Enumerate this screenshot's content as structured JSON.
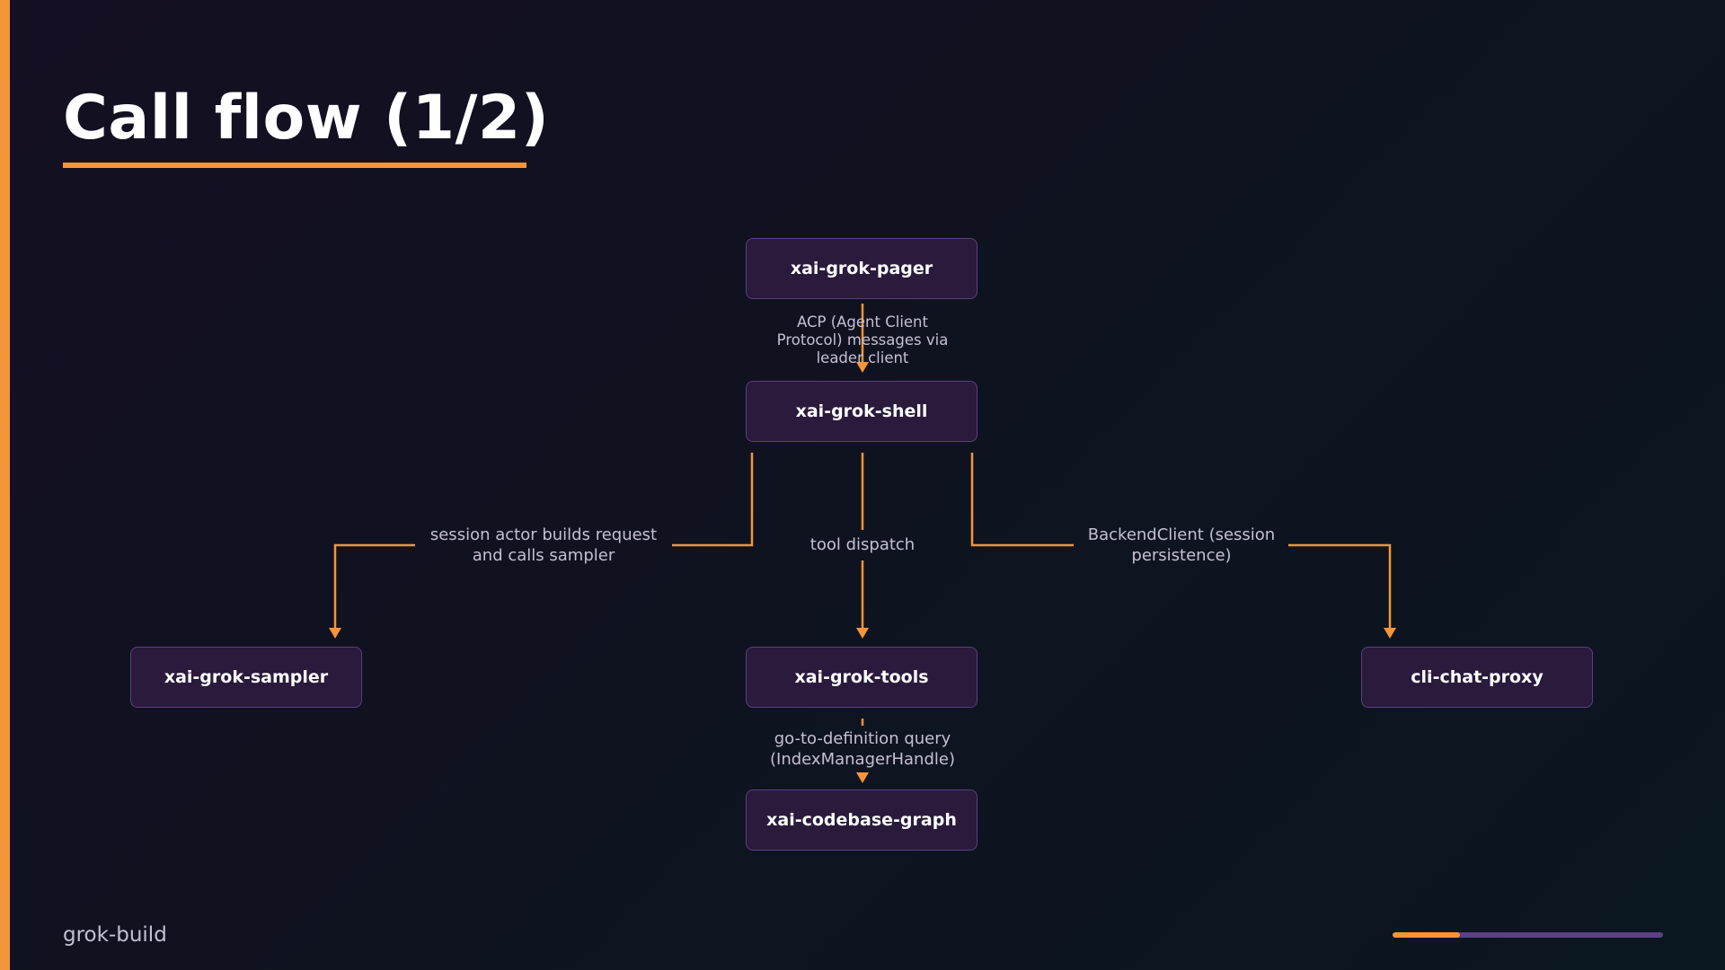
{
  "slide": {
    "title": "Call flow (1/2)",
    "footer": "grok-build",
    "progress": 0.25
  },
  "colors": {
    "accent": "#f5953a",
    "node_fill": "#2a1a3c",
    "node_border": "#5e3d80",
    "progress_track": "#5b4184"
  },
  "diagram": {
    "nodes": {
      "pager": "xai-grok-pager",
      "shell": "xai-grok-shell",
      "sampler": "xai-grok-sampler",
      "tools": "xai-grok-tools",
      "proxy": "cli-chat-proxy",
      "graph": "xai-codebase-graph"
    },
    "edges": {
      "pager_shell": [
        "ACP (Agent Client",
        "Protocol) messages via",
        "leader client"
      ],
      "shell_sampler": [
        "session actor builds request",
        "and calls sampler"
      ],
      "shell_tools": [
        "tool dispatch"
      ],
      "shell_proxy": [
        "BackendClient (session",
        "persistence)"
      ],
      "tools_graph": [
        "go-to-definition query",
        "(IndexManagerHandle)"
      ]
    }
  }
}
